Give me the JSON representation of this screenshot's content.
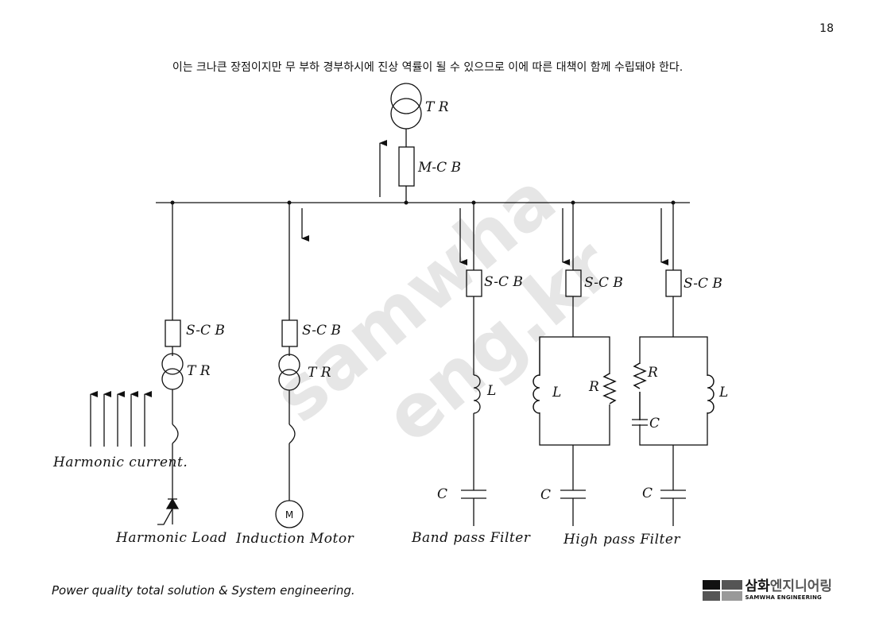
{
  "page_number": "18",
  "intro_text": "이는 크나큰 장점이지만 무 부하 경부하시에 진상 역률이 될 수 있으므로 이에 따른 대책이 함께 수립돼야 한다.",
  "watermark": {
    "line1": "samwha",
    "line2": "eng.kr"
  },
  "diagram": {
    "main_transformer": "T R",
    "main_breaker": "M-C B",
    "branch_breaker": "S-C B",
    "transformer": "T R",
    "inductor": "L",
    "resistor": "R",
    "capacitor": "C",
    "motor_symbol": "M",
    "harmonic_current": "Harmonic current.",
    "captions": {
      "harmonic_load": "Harmonic Load",
      "induction_motor": "Induction Motor",
      "band_pass": "Band pass Filter",
      "high_pass": "High pass Filter"
    }
  },
  "footer": {
    "slogan": "Power quality total solution & System engineering.",
    "logo_ko_main": "삼화",
    "logo_ko_rest": "엔지니어링",
    "logo_en": "SAMWHA ENGINEERING"
  }
}
